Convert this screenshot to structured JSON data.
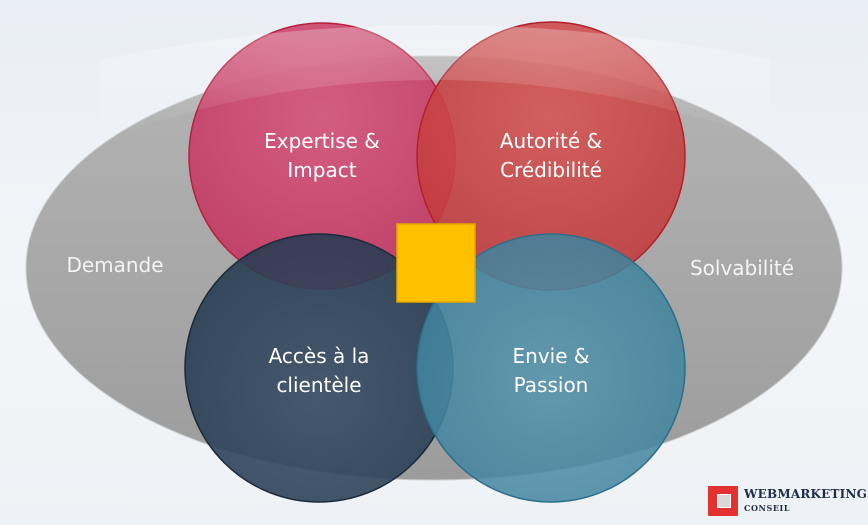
{
  "diagram": {
    "outer_left_label": "Demande",
    "outer_right_label": "Solvabilité",
    "circles": [
      {
        "id": "expertise",
        "lines": [
          "Expertise &",
          "Impact"
        ],
        "color": "#d1456f"
      },
      {
        "id": "autorite",
        "lines": [
          "Autorité &",
          "Crédibilité"
        ],
        "color": "#cf3a3e"
      },
      {
        "id": "acces",
        "lines": [
          "Accès à la",
          "clientèle"
        ],
        "color": "#2b3f55"
      },
      {
        "id": "envie",
        "lines": [
          "Envie &",
          "Passion"
        ],
        "color": "#3f86a0"
      }
    ],
    "center_square_color": "#ffc000",
    "outer_ellipse_color": "#a8a8a8"
  },
  "brand": {
    "name": "Webmarketing",
    "sub": "Conseil",
    "accent": "#e2312e"
  }
}
